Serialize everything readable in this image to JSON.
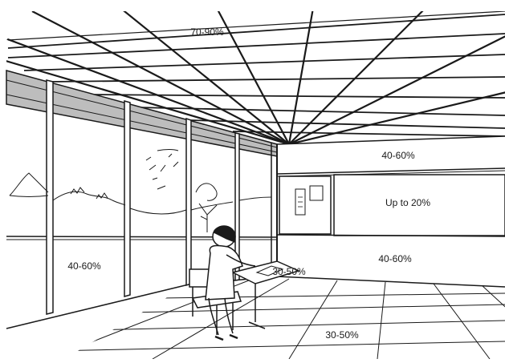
{
  "labels": {
    "ceiling": "70-90%",
    "upper_wall": "40-60%",
    "board": "Up to 20%",
    "lower_wall": "40-60%",
    "window_wall": "40-60%",
    "desk": "30-50%",
    "floor": "30-50%"
  },
  "colors": {
    "ink": "#1a1a1a",
    "background": "#ffffff",
    "window_band": "#bdbdbd"
  }
}
